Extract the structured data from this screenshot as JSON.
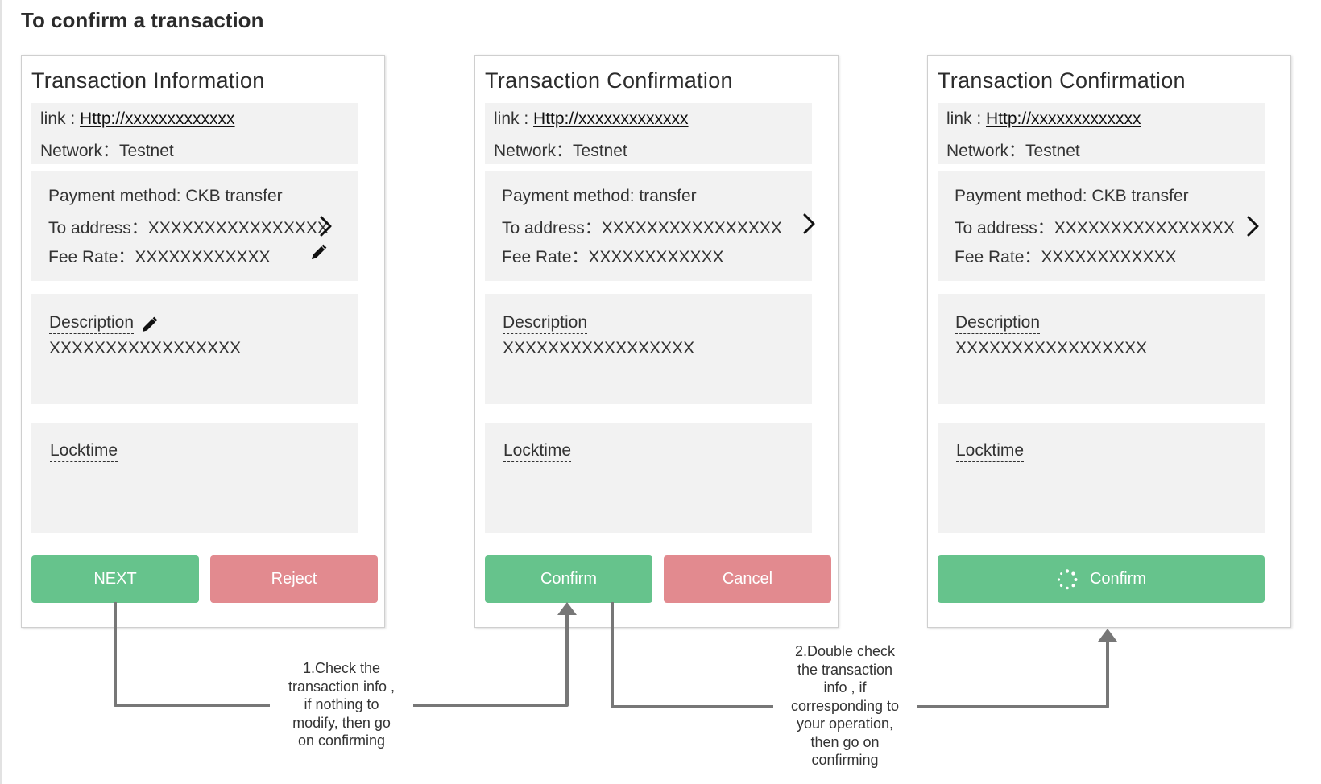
{
  "page": {
    "title": "To confirm a transaction"
  },
  "panels": [
    {
      "title": "Transaction Information",
      "link_label": "link :",
      "link_value": "Http://xxxxxxxxxxxxx",
      "network_label": "Network：",
      "network_value": "Testnet",
      "payment": "Payment method: CKB transfer",
      "to_label": "To address：",
      "to_value": "XXXXXXXXXXXXXXXX",
      "fee_label": "Fee Rate：",
      "fee_value": "XXXXXXXXXXXX",
      "desc_label": "Description",
      "desc_value": "XXXXXXXXXXXXXXXXX",
      "lock_label": "Locktime",
      "primary_btn": "NEXT",
      "secondary_btn": "Reject"
    },
    {
      "title": "Transaction Confirmation",
      "link_label": "link :",
      "link_value": "Http://xxxxxxxxxxxxx",
      "network_label": "Network：",
      "network_value": "Testnet",
      "payment": "Payment method: transfer",
      "to_label": "To address：",
      "to_value": "XXXXXXXXXXXXXXXX",
      "fee_label": "Fee Rate：",
      "fee_value": "XXXXXXXXXXXX",
      "desc_label": "Description",
      "desc_value": "XXXXXXXXXXXXXXXXX",
      "lock_label": "Locktime",
      "primary_btn": "Confirm",
      "secondary_btn": "Cancel"
    },
    {
      "title": "Transaction Confirmation",
      "link_label": "link :",
      "link_value": "Http://xxxxxxxxxxxxx",
      "network_label": "Network：",
      "network_value": "Testnet",
      "payment": "Payment method: CKB transfer",
      "to_label": "To address：",
      "to_value": "XXXXXXXXXXXXXXXX",
      "fee_label": "Fee Rate：",
      "fee_value": "XXXXXXXXXXXX",
      "desc_label": "Description",
      "desc_value": "XXXXXXXXXXXXXXXXX",
      "lock_label": "Locktime",
      "primary_btn": "Confirm"
    }
  ],
  "notes": {
    "step1": [
      "1.Check the",
      "transaction info ,",
      "if nothing to",
      "modify, then go",
      "on confirming"
    ],
    "step2": [
      "2.Double check",
      "the transaction",
      "info , if",
      "corresponding to",
      "your operation,",
      "then go on",
      "confirming"
    ]
  },
  "colors": {
    "confirm_green": "#66c38c",
    "reject_red": "#e28a8f",
    "box_gray": "#f2f2f2",
    "arrow_gray": "#777777"
  }
}
